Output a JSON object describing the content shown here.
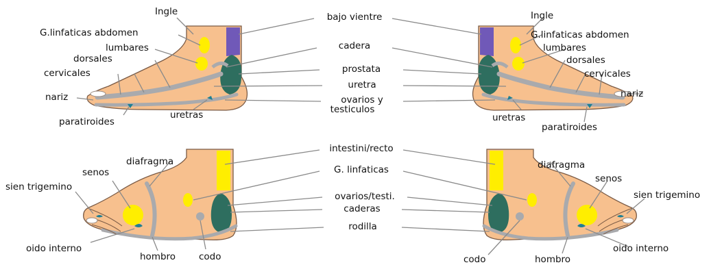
{
  "colors": {
    "skin": "#f7c08e",
    "outline": "#7a5a45",
    "bone": "#a9aaad",
    "yellow": "#ffee00",
    "green": "#2e6e5f",
    "purple": "#7059b8",
    "teal": "#1f7f93"
  },
  "center_labels": {
    "bajo_vientre": "bajo vientre",
    "cadera": "cadera",
    "prostata": "prostata",
    "uretra": "uretra",
    "ovarios_testiculos_1": "ovarios y",
    "ovarios_testiculos_2": "testiculos",
    "intestini_recto": "intestini/recto",
    "g_linfaticas": "G. linfaticas",
    "ovarios_testi": "ovarios/testi.",
    "caderas": "caderas",
    "rodilla": "rodilla"
  },
  "top_left": {
    "ingle": "Ingle",
    "g_linfaticas_abdomen": "G.linfaticas abdomen",
    "lumbares": "lumbares",
    "dorsales": "dorsales",
    "cervicales": "cervicales",
    "nariz": "nariz",
    "paratiroides": "paratiroides",
    "uretras": "uretras"
  },
  "top_right": {
    "ingle": "Ingle",
    "g_linfaticas_abdomen": "G.linfaticas abdomen",
    "lumbares": "lumbares",
    "dorsales": "dorsales",
    "cervicales": "cervicales",
    "nariz": "nariz",
    "uretras": "uretras",
    "paratiroides": "paratiroides"
  },
  "bottom_left": {
    "diafragma": "diafragma",
    "senos": "senos",
    "sien_trigemino": "sien trigemino",
    "oido_interno": "oido interno",
    "hombro": "hombro",
    "codo": "codo"
  },
  "bottom_right": {
    "diafragma": "diafragma",
    "senos": "senos",
    "sien_trigemino": "sien trigemino",
    "oido_interno": "oido interno",
    "codo": "codo",
    "hombro": "hombro"
  }
}
